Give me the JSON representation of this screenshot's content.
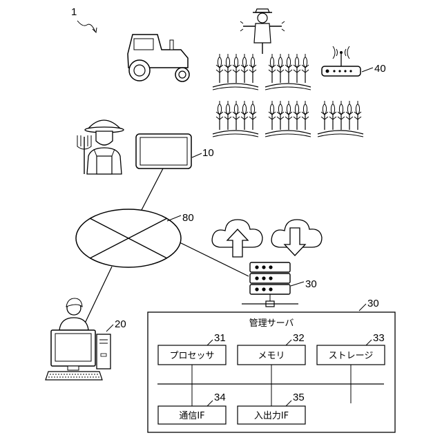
{
  "figure_ref": "1",
  "refs": {
    "farm_terminal": "10",
    "user_terminal": "20",
    "server": "30",
    "server_box": "30",
    "sensor": "40",
    "network": "80"
  },
  "server_panel": {
    "title": "管理サーバ",
    "components": [
      {
        "label": "プロセッサ",
        "ref": "31"
      },
      {
        "label": "メモリ",
        "ref": "32"
      },
      {
        "label": "ストレージ",
        "ref": "33"
      },
      {
        "label": "通信IF",
        "ref": "34"
      },
      {
        "label": "入出力IF",
        "ref": "35"
      }
    ]
  },
  "icons": [
    "tractor-icon",
    "scarecrow-icon",
    "crop-field-icon",
    "wifi-router-icon",
    "farmer-icon",
    "tablet-icon",
    "network-cloud-icon",
    "upload-cloud-icon",
    "download-cloud-icon",
    "server-rack-icon",
    "desktop-user-icon"
  ]
}
